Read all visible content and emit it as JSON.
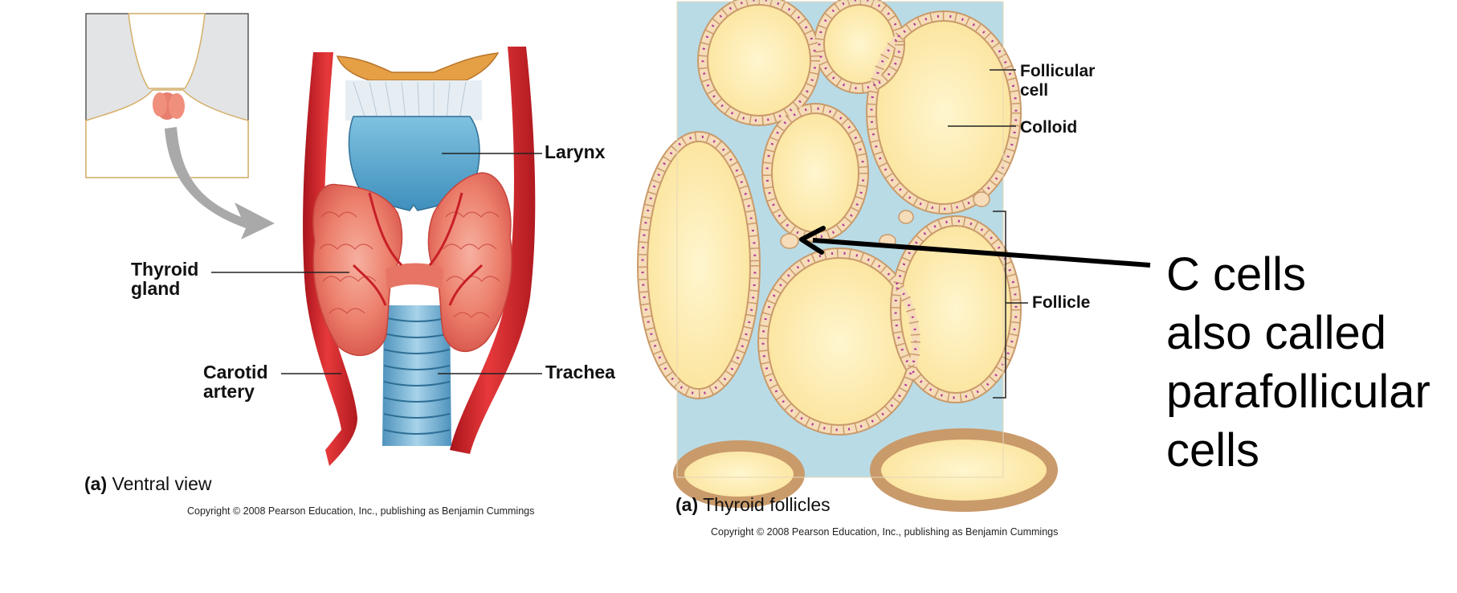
{
  "left_figure": {
    "labels": {
      "larynx": "Larynx",
      "thyroid_line1": "Thyroid",
      "thyroid_line2": "gland",
      "carotid_line1": "Carotid",
      "carotid_line2": "artery",
      "trachea": "Trachea"
    },
    "caption_prefix": "(a)",
    "caption_text": "Ventral view",
    "copyright": "Copyright © 2008 Pearson Education, Inc., publishing as Benjamin Cummings"
  },
  "right_figure": {
    "labels": {
      "follicular_line1": "Follicular",
      "follicular_line2": "cell",
      "colloid": "Colloid",
      "follicle": "Follicle"
    },
    "caption_prefix": "(a)",
    "caption_text": "Thyroid follicles",
    "copyright": "Copyright © 2008 Pearson Education, Inc., publishing as Benjamin Cummings"
  },
  "annotation": {
    "lines": [
      "C cells",
      "also called",
      "parafollicular",
      "cells"
    ]
  },
  "colors": {
    "artery_red": "#d42a2e",
    "thyroid_pink": "#ec8a78",
    "larynx_blue": "#5aa9cf",
    "colloid_yellow": "#fbe7a6",
    "tissue_blue": "#b9dbe6",
    "cell_fill": "#f6dcb8",
    "cell_nucleus": "#b0379a"
  }
}
